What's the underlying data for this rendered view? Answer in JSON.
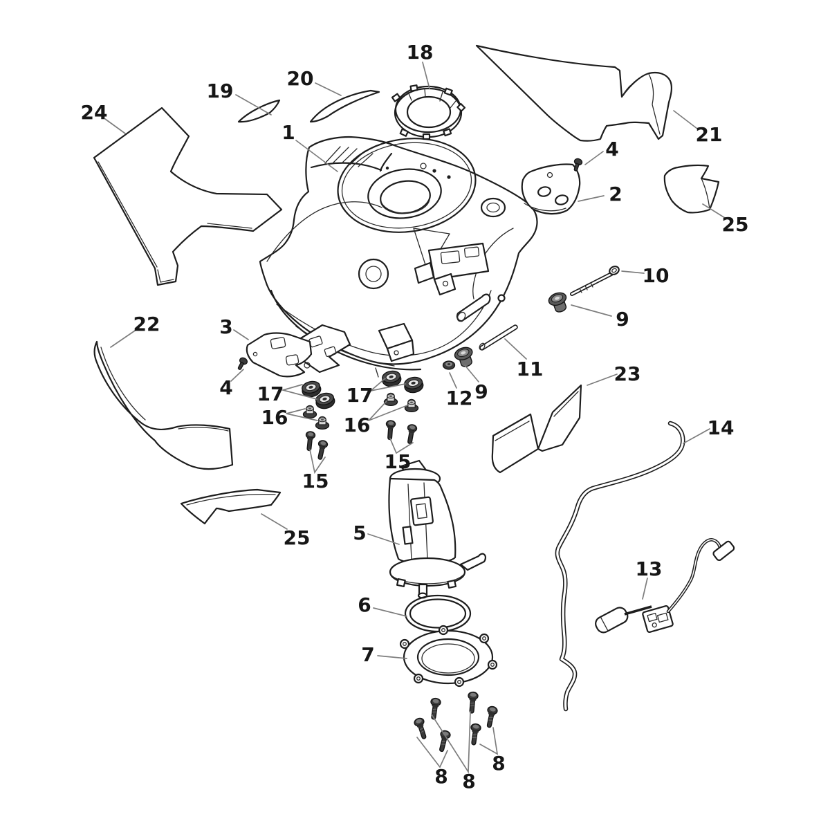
{
  "diagram": {
    "type": "exploded-parts-diagram",
    "background_color": "#ffffff",
    "line_color": "#1d1d1d",
    "leader_color": "#7d7d7d",
    "label_color": "#161616",
    "fastener_fill": "#3b3b3b",
    "labels": [
      "18",
      "19",
      "20",
      "24",
      "21",
      "1",
      "4",
      "2",
      "25",
      "10",
      "9",
      "22",
      "3",
      "4",
      "17",
      "16",
      "17",
      "16",
      "12",
      "9",
      "11",
      "23",
      "15",
      "15",
      "14",
      "25",
      "5",
      "6",
      "7",
      "13",
      "8",
      "8",
      "8"
    ]
  }
}
